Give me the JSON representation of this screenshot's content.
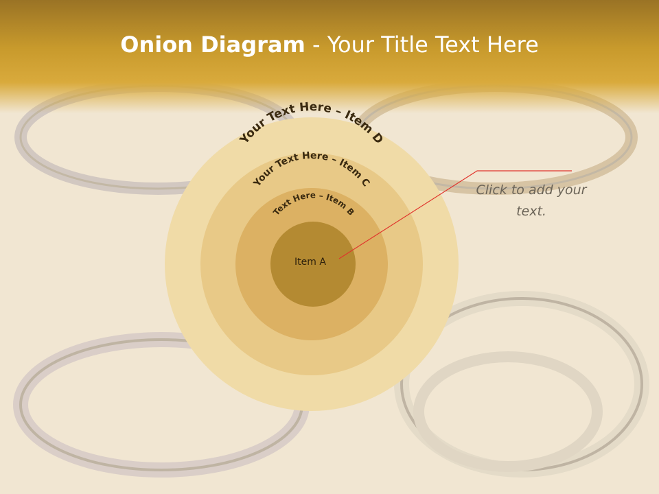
{
  "slide": {
    "title_bold": "Onion Diagram",
    "title_rest": " - Your Title Text Here",
    "callout_text": "Click  to add your text."
  },
  "diagram": {
    "type": "onion",
    "layers": [
      {
        "label": "Your Text Here – Item D",
        "color": "#f0dba7"
      },
      {
        "label": "Your Text Here – Item C",
        "color": "#e8c987"
      },
      {
        "label": "Text Here – Item B",
        "color": "#dcb163"
      },
      {
        "label": "Item A",
        "color": "#b48a32"
      }
    ]
  },
  "colors": {
    "title_band": "#c89a2c",
    "connector_line": "#e0342c",
    "label_text": "#3a2a10"
  }
}
